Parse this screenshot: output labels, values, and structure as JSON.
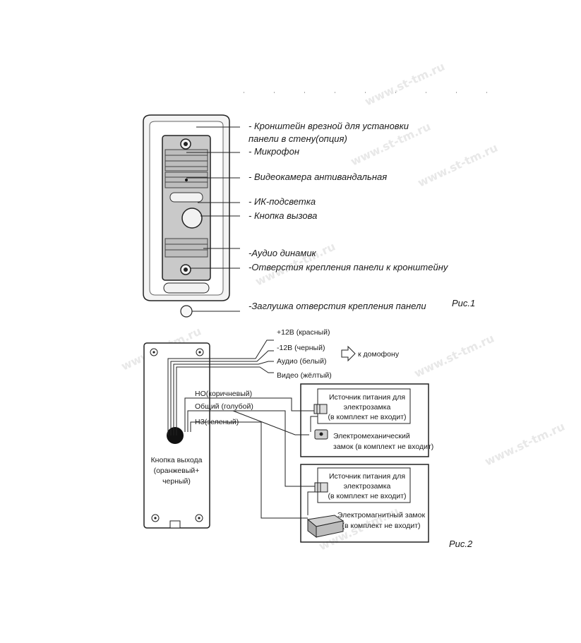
{
  "watermark": "www.st-tm.ru",
  "figure1": {
    "caption": "Рис.1",
    "labels": [
      {
        "id": "bracket",
        "lines": [
          "- Кронштейн врезной для установки",
          "панели в стену(опция)"
        ]
      },
      {
        "id": "microphone",
        "lines": [
          "- Микрофон"
        ]
      },
      {
        "id": "camera",
        "lines": [
          "- Видеокамера антивандальная"
        ]
      },
      {
        "id": "ir",
        "lines": [
          "- ИК-подсветка"
        ]
      },
      {
        "id": "call",
        "lines": [
          "- Кнопка вызова"
        ]
      },
      {
        "id": "speaker",
        "lines": [
          "-Аудио динамик"
        ]
      },
      {
        "id": "mount-holes",
        "lines": [
          "-Отверстия крепления панели к кронштейну"
        ]
      },
      {
        "id": "plug",
        "lines": [
          "-Заглушка отверстия крепления панели"
        ]
      }
    ]
  },
  "figure2": {
    "caption": "Рис.2",
    "wires": [
      {
        "id": "plus12",
        "label": "+12В (красный)"
      },
      {
        "id": "minus12",
        "label": "-12В (черный)"
      },
      {
        "id": "audio",
        "label": "Аудио (белый)"
      },
      {
        "id": "video",
        "label": "Видео (жёлтый)"
      }
    ],
    "to_intercom": "к домофону",
    "relay": [
      {
        "id": "no",
        "label": "НО(коричневый)"
      },
      {
        "id": "common",
        "label": "Общий (голубой)"
      },
      {
        "id": "nc",
        "label": "НЗ(зеленый)"
      }
    ],
    "exit_button": [
      "Кнопка выхода",
      "(оранжевый+",
      "черный)"
    ],
    "box1": {
      "psu": [
        "Источник питания для",
        "электрозамка",
        "(в комплект не входит)"
      ],
      "lock": [
        "Электромеханический",
        "замок (в комплект не входит)"
      ]
    },
    "box2": {
      "psu": [
        "Источник питания для",
        "электрозамка",
        "(в комплект не входит)"
      ],
      "lock": [
        "Электромагнитный замок",
        "(в комплект не входит)"
      ]
    }
  }
}
